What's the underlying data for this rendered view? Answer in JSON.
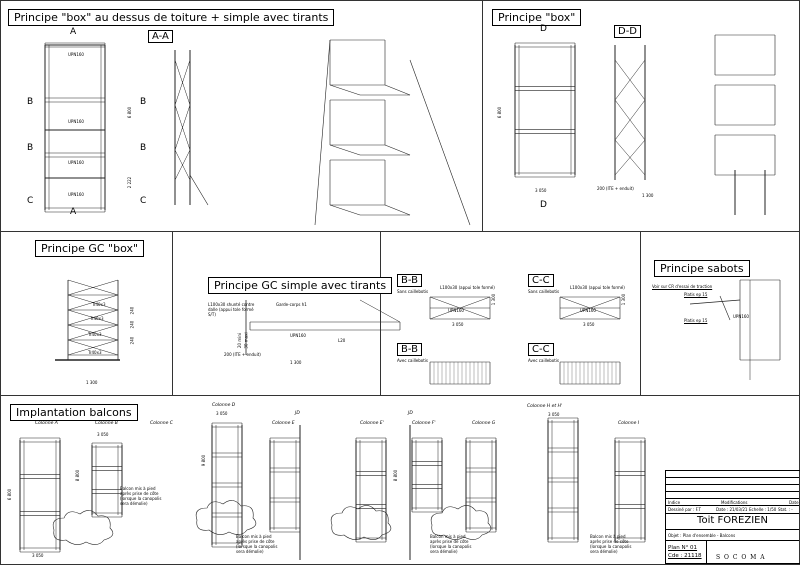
{
  "panels": {
    "box_toiture": {
      "title": "Principe \"box\" au dessus de toiture + simple avec tirants",
      "section": "A-A",
      "markers": [
        "A",
        "A",
        "B",
        "B",
        "B",
        "B",
        "C",
        "C"
      ],
      "dims": [
        "6 800",
        "2 222"
      ],
      "labels": [
        "UPN160",
        "UPN160",
        "UPN160",
        "UPN160"
      ]
    },
    "box": {
      "title": "Principe \"box\"",
      "section": "D-D",
      "markers": [
        "D",
        "D"
      ],
      "dims": [
        "6 800",
        "3 050",
        "200 (ITE + enduit)",
        "1 300"
      ]
    },
    "gc_box": {
      "title": "Principe GC \"box\"",
      "labels": [
        "Tr40x3",
        "Tr40x3",
        "Tr40x3",
        "Tr40x3"
      ],
      "dims": [
        "240",
        "240",
        "240",
        "1 300"
      ]
    },
    "gc_simple": {
      "title": "Principe GC simple avec tirants",
      "labels": [
        "L100x30 shunté contre dalle (appui tole formé S/T)",
        "Garde-corps h1",
        "UPN160",
        "L20"
      ],
      "dims": [
        "20 mini",
        "30 maxi",
        "200 (ITE + enduit)",
        "1 300"
      ]
    },
    "sections": {
      "bb1": "B-B",
      "cc1": "C-C",
      "bb2": "B-B",
      "cc2": "C-C",
      "sans": "Sans caillebotis",
      "avec": "Avec caillebotis",
      "angle": "L100x30 (appui tole formé)",
      "upn": "UPN160",
      "dims": [
        "3 050",
        "1 300"
      ]
    },
    "sabots": {
      "title": "Principe sabots",
      "labels": [
        "Voir sur CR d'essai de traction",
        "Platis ep 15",
        "UPN160",
        "Platis ep 15"
      ]
    }
  },
  "implantation": {
    "title": "Implantation balcons",
    "columns": [
      "Colonne A",
      "Colonne B",
      "Colonne C",
      "Colonne D",
      "Colonne E",
      "Colonne E'",
      "Colonne F'",
      "Colonne G",
      "Colonne H et H'",
      "Colonne I"
    ],
    "jd": [
      "JD",
      "JD"
    ],
    "dims": [
      "3 050",
      "6 800",
      "8 800",
      "9 800"
    ],
    "note": "Balcon mis à pied après prise de côte (lorsque la canopolis sera démolie)"
  },
  "title_block": {
    "indice": "Indice",
    "modifications": "Modifications",
    "date": "Date",
    "dessine": "Dessiné par : F.T",
    "date_val": "Date : 21/03/21",
    "echelle": "Echelle : 1/50",
    "stat": "Stat. : -",
    "project": "Toit FOREZIEN",
    "objet": "Objet :   Plan d'ensemble - Balcons",
    "plan": "Plan N° 01",
    "cde": "Cde : 21118",
    "company": "S O C O M A"
  }
}
